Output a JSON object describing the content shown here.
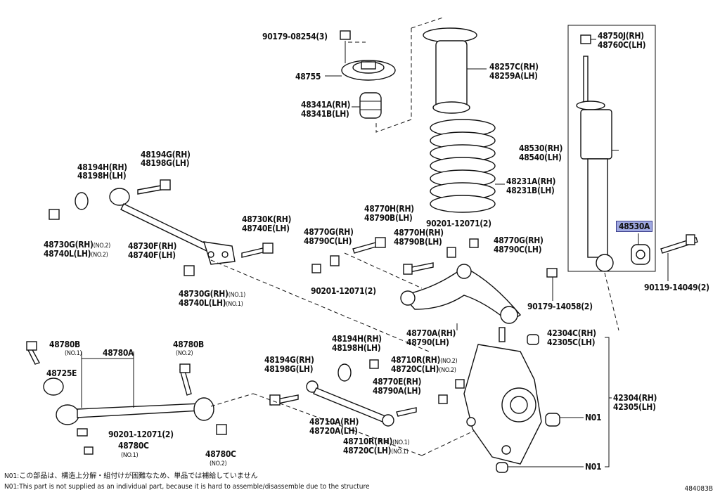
{
  "labels": {
    "bolt_mount_nut": "90179-08254(3)",
    "support": "48755",
    "bumper_rh": "48341A(RH)",
    "bumper_lh": "48341B(LH)",
    "insulator_rh": "48257C(RH)",
    "insulator_lh": "48259A(LH)",
    "shock_nut_rh": "48750J(RH)",
    "shock_nut_lh": "48760C(LH)",
    "shock_rh": "48530(RH)",
    "shock_lh": "48540(LH)",
    "spring_rh": "48231A(RH)",
    "spring_lh": "48231B(LH)",
    "bushing_highlight": "48530A",
    "nut_12071_top": "90201-12071(2)",
    "bolt_14049": "90119-14049(2)",
    "nut_14058": "90179-14058(2)",
    "arm194h_rh": "48194H(RH)",
    "arm198h_lh": "48198H(LH)",
    "arm194g_rh": "48194G(RH)",
    "arm198g_lh": "48198G(LH)",
    "arm730g_rh_no2": "48730G(RH)",
    "arm740l_lh_no2": "48740L(LH)",
    "no2": "(NO.2)",
    "arm730f_rh": "48730F(RH)",
    "arm740f_lh": "48740F(LH)",
    "bolt730k_rh": "48730K(RH)",
    "bolt740e_lh": "48740E(LH)",
    "arm770g_rh": "48770G(RH)",
    "arm790c_lh": "48790C(LH)",
    "arm770h_rh": "48770H(RH)",
    "arm790b_lh": "48790B(LH)",
    "arm730g_rh_no1": "48730G(RH)",
    "arm740l_lh_no1": "48740L(LH)",
    "no1": "(NO.1)",
    "nut_12071_mid": "90201-12071(2)",
    "arm770a_rh": "48770A(RH)",
    "arm790_lh": "48790(LH)",
    "arm42304c_rh": "42304C(RH)",
    "arm42305c_lh": "42305C(LH)",
    "a780b_no1": "48780B",
    "a780a": "48780A",
    "a780b_no2": "48780B",
    "a725e": "48725E",
    "nut_12071_bottom": "90201-12071(2)",
    "a780c_no1": "48780C",
    "a780c_no2": "48780C",
    "a194h_rh_b": "48194H(RH)",
    "a198h_lh_b": "48198H(LH)",
    "a194g_rh_b": "48194G(RH)",
    "a198g_lh_b": "48198G(LH)",
    "a710r_rh": "48710R(RH)",
    "a720c_lh": "48720C(LH)",
    "a770e_rh": "48770E(RH)",
    "a790a_lh": "48790A(LH)",
    "a710a_rh": "48710A(RH)",
    "a720a_lh": "48720A(LH)",
    "a710r_rh_no1": "48710R(RH)",
    "a720c_lh_no1": "48720C(LH)",
    "knuckle_rh": "42304(RH)",
    "knuckle_lh": "42305(LH)",
    "n01_a": "N01",
    "n01_b": "N01"
  },
  "notes": {
    "jp": "N01:この部品は、構造上分解・組付けが困難なため、単品では補給していません",
    "en": "N01:This part is not supplied as an individual part, because it is hard to assemble/disassemble due to the structure"
  },
  "diagram_code": "484083B"
}
